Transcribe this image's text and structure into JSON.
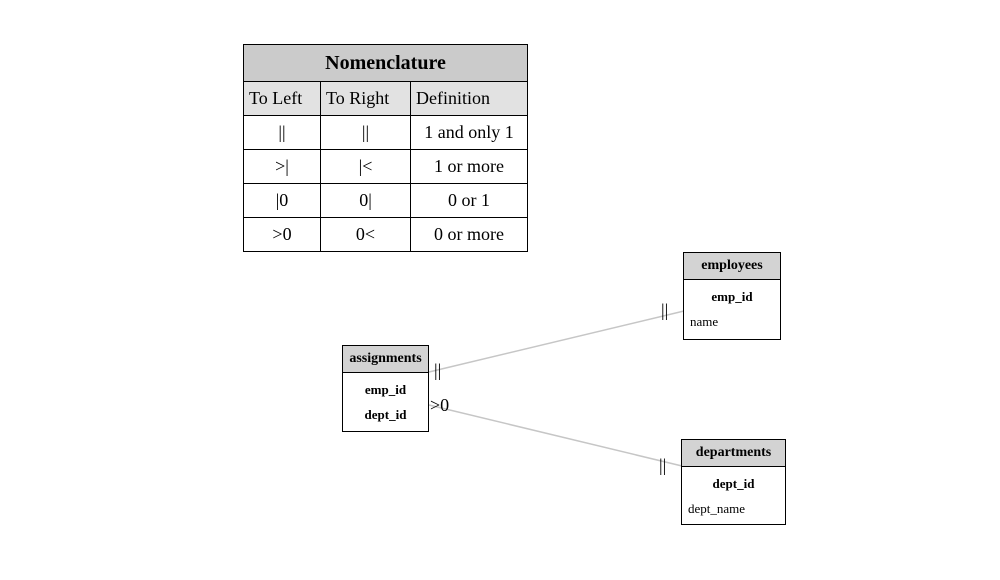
{
  "nomenclature": {
    "title": "Nomenclature",
    "columns": [
      "To Left",
      "To Right",
      "Definition"
    ],
    "rows": [
      [
        "||",
        "||",
        "1 and only 1"
      ],
      [
        ">|",
        "|<",
        "1 or more"
      ],
      [
        "|0",
        "0|",
        "0 or 1"
      ],
      [
        ">0",
        "0<",
        "0 or more"
      ]
    ]
  },
  "entities": [
    {
      "name": "employees",
      "fields": [
        {
          "label": "emp_id",
          "key": true
        },
        {
          "label": "name",
          "key": false
        }
      ]
    },
    {
      "name": "assignments",
      "fields": [
        {
          "label": "emp_id",
          "key": true
        },
        {
          "label": "dept_id",
          "key": true
        }
      ]
    },
    {
      "name": "departments",
      "fields": [
        {
          "label": "dept_id",
          "key": true
        },
        {
          "label": "dept_name",
          "key": false
        }
      ]
    }
  ],
  "relationships": [
    {
      "from": "assignments",
      "to": "employees",
      "from_cardinality": "||",
      "to_cardinality": "||"
    },
    {
      "from": "assignments",
      "to": "departments",
      "from_cardinality": ">0",
      "to_cardinality": "||"
    }
  ],
  "colors": {
    "table_title_bg": "#cbcbcb",
    "column_header_bg": "#e2e2e2",
    "entity_header_bg": "#d3d3d3",
    "relationship_line": "#c6c6c6"
  }
}
